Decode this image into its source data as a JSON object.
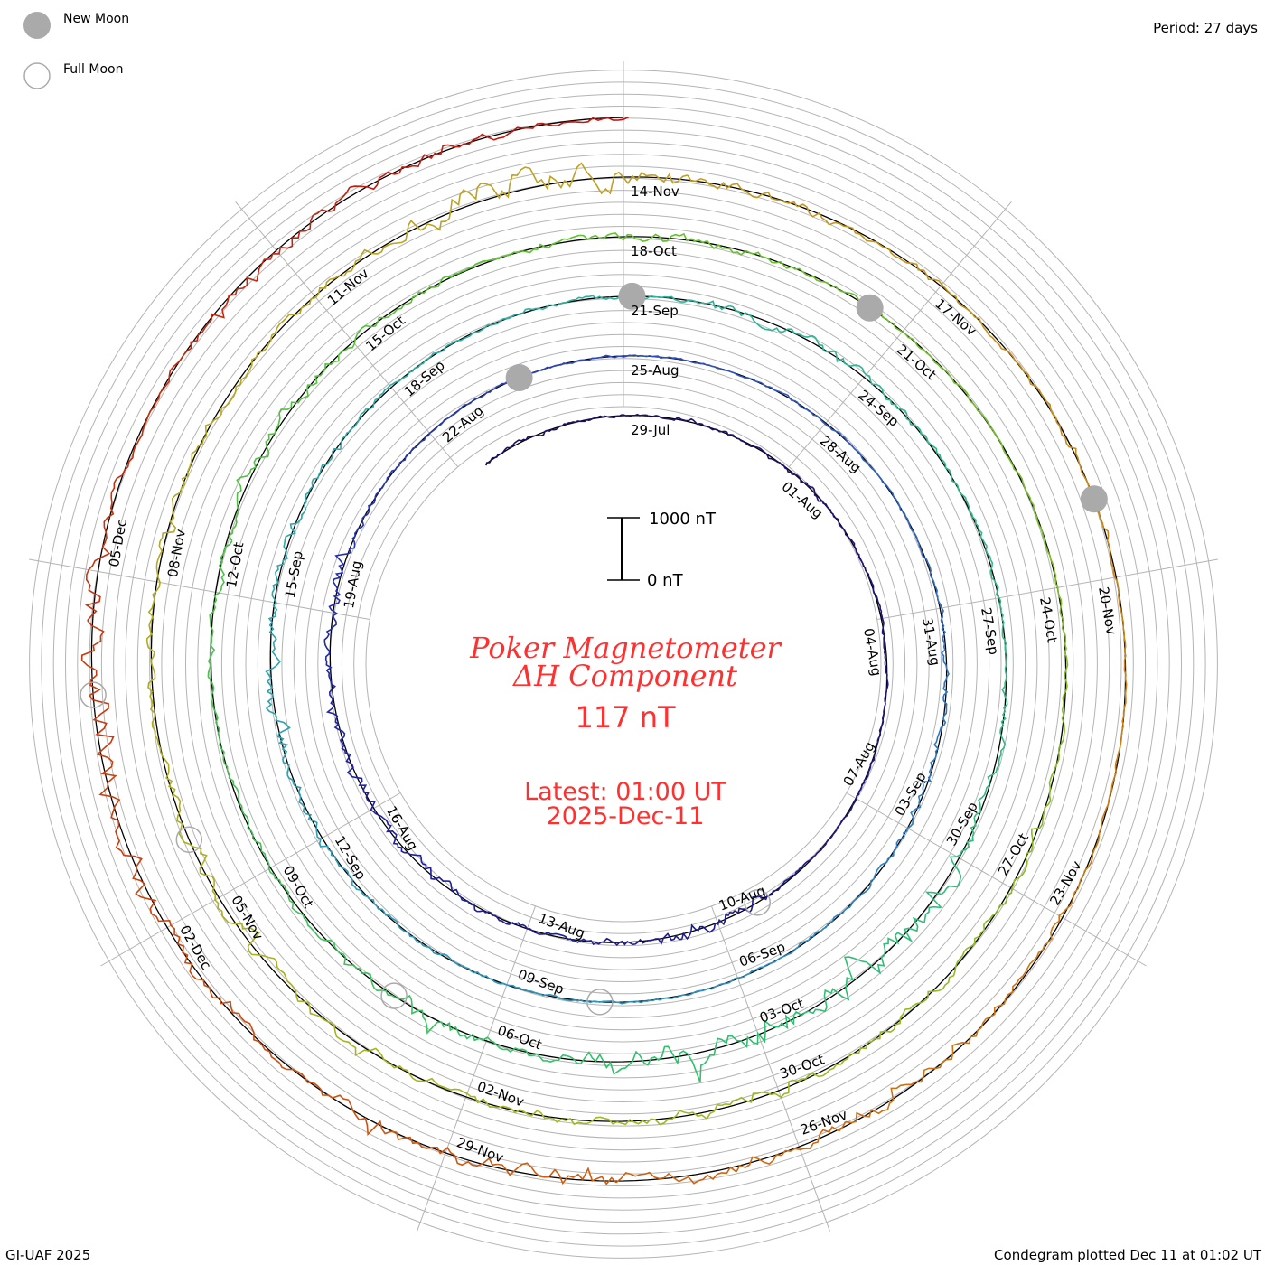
{
  "legend": {
    "new_moon": "New Moon",
    "full_moon": "Full Moon"
  },
  "period_label": "Period: 27 days",
  "footer_left": "GI-UAF 2025",
  "footer_right": "Condegram plotted Dec 11 at 01:02 UT",
  "scale": {
    "top_label": "1000 nT",
    "bottom_label": "0 nT"
  },
  "title": {
    "line1": "Poker Magnetometer",
    "line2": "ΔH Component",
    "value": "117 nT",
    "latest": "Latest: 01:00 UT",
    "date": "2025-Dec-11"
  },
  "colors": {
    "text_red": "#ff3030",
    "grid": "#b4b4b4",
    "moon": "#aaaaaa"
  },
  "chart_data": {
    "type": "line",
    "subtype": "condegram-spiral",
    "title": "Poker Magnetometer ΔH Component",
    "period_days": 27,
    "reference_date": "2025-07-29",
    "end_date": "2025-12-11 01:00 UT",
    "scale_nT": [
      0,
      1000
    ],
    "series_start_date": "2025-07-26",
    "daily_activity_range_nT": [
      100,
      120,
      80,
      80,
      100,
      80,
      150,
      100,
      80,
      80,
      60,
      80,
      60,
      100,
      300,
      400,
      200,
      150,
      200,
      300,
      250,
      300,
      250,
      300,
      350,
      200,
      100,
      80,
      80,
      80,
      60,
      60,
      80,
      80,
      60,
      100,
      150,
      200,
      250,
      150,
      100,
      80,
      80,
      100,
      80,
      120,
      150,
      200,
      250,
      400,
      450,
      300,
      200,
      150,
      100,
      80,
      150,
      120,
      300,
      350,
      200,
      150,
      150,
      100,
      200,
      300,
      600,
      900,
      700,
      800,
      500,
      300,
      400,
      300,
      200,
      150,
      150,
      200,
      300,
      400,
      300,
      200,
      150,
      200,
      300,
      250,
      150,
      100,
      80,
      80,
      100,
      150,
      200,
      200,
      300,
      300,
      400,
      300,
      300,
      250,
      300,
      400,
      400,
      300,
      350,
      300,
      250,
      200,
      300,
      900,
      900,
      500,
      300,
      200,
      150,
      150,
      100,
      80,
      80,
      100,
      200,
      300,
      500,
      400,
      500,
      500,
      400,
      300,
      400,
      600,
      800,
      700,
      300,
      200,
      300,
      400,
      300,
      200,
      100
    ],
    "date_labels": [
      "29-Jul",
      "01-Aug",
      "04-Aug",
      "07-Aug",
      "10-Aug",
      "13-Aug",
      "16-Aug",
      "19-Aug",
      "22-Aug",
      "25-Aug",
      "28-Aug",
      "31-Aug",
      "03-Sep",
      "06-Sep",
      "09-Sep",
      "12-Sep",
      "15-Sep",
      "18-Sep",
      "21-Sep",
      "24-Sep",
      "27-Sep",
      "30-Sep",
      "03-Oct",
      "06-Oct",
      "09-Oct",
      "12-Oct",
      "15-Oct",
      "18-Oct",
      "21-Oct",
      "24-Oct",
      "27-Oct",
      "30-Oct",
      "02-Nov",
      "05-Nov",
      "08-Nov",
      "11-Nov",
      "14-Nov",
      "17-Nov",
      "20-Nov",
      "23-Nov",
      "26-Nov",
      "29-Nov",
      "02-Dec",
      "05-Dec"
    ],
    "new_moons_days_from_reference": [
      25.5,
      54.1,
      83.6,
      113.3
    ],
    "full_moons_days_from_reference": [
      11.3,
      40.8,
      70.1,
      99.6,
      128.0
    ],
    "legend": [
      "New Moon",
      "Full Moon"
    ]
  }
}
